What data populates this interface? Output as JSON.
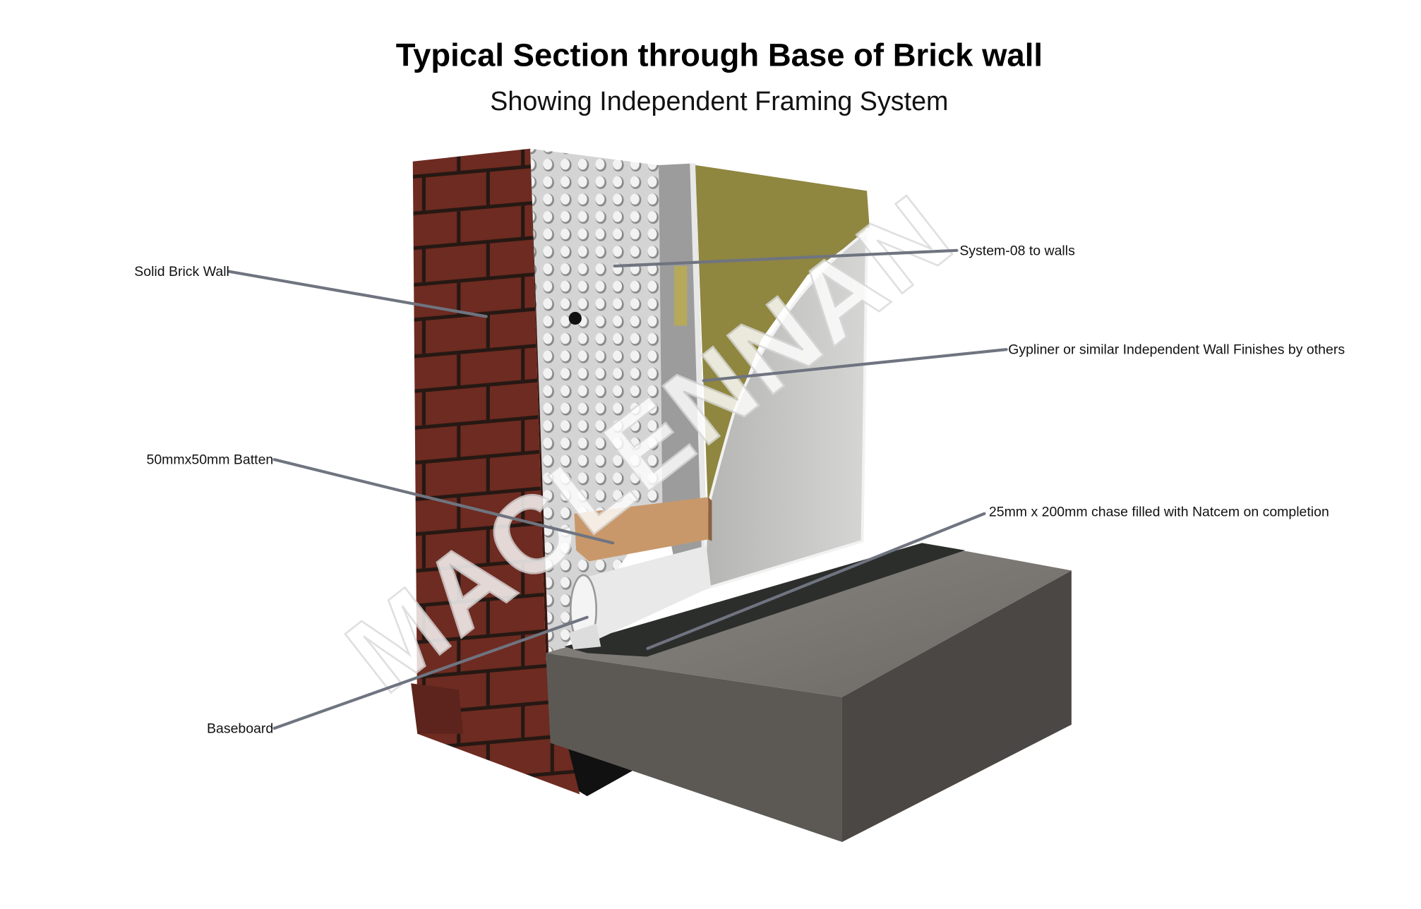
{
  "header": {
    "title": "Typical Section through Base of Brick wall",
    "subtitle": "Showing Independent Framing System"
  },
  "labels": {
    "solid_brick_wall": "Solid Brick Wall",
    "system08": "System-08 to walls",
    "gypliner": "Gypliner or similar Independent Wall Finishes by others",
    "batten": "50mmx50mm Batten",
    "chase": "25mm x 200mm chase filled with Natcem on completion",
    "baseboard": "Baseboard"
  },
  "watermark": "MACLENNAN",
  "colors": {
    "brick": "#6b2a20",
    "mortar": "#2a1a16",
    "membrane": "#c9c9c9",
    "insulation": "#8f8640",
    "board": "#c4c4c2",
    "slab": "#5e5b57",
    "screed": "#2c2e2c",
    "batten": "#c9986a"
  }
}
